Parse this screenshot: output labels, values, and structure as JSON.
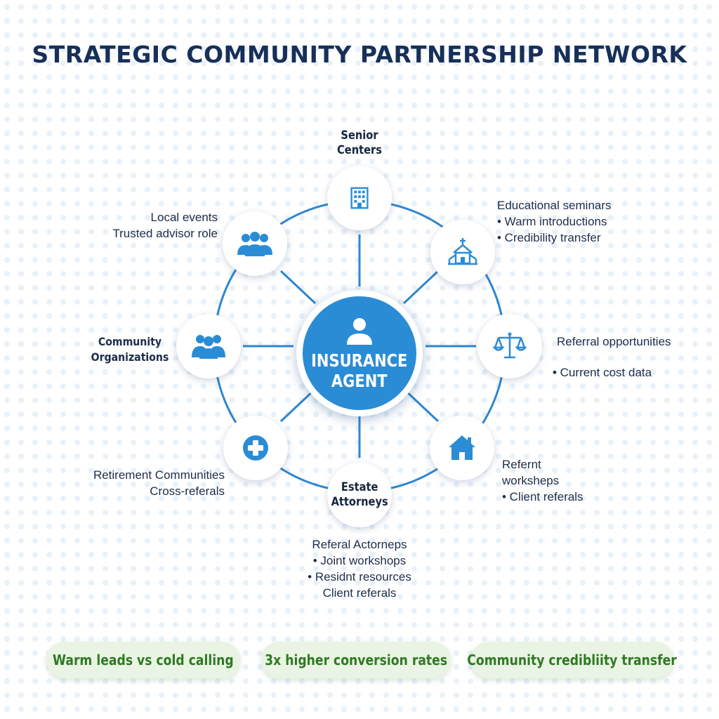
{
  "title": "STRATEGIC COMMUNITY PARTNERSHIP NETWORK",
  "colors": {
    "accent": "#2b8cd6",
    "connector": "#2e86cf",
    "title": "#17305a",
    "pill_bg": "#e9f4e4",
    "pill_text": "#2f7a22"
  },
  "hub": {
    "label": "INSURANCE\nAGENT",
    "icon": "person-icon"
  },
  "nodes": {
    "senior_centers": {
      "label": "Senior\nCenters",
      "icon": "building-icon"
    },
    "church": {
      "icon": "church-icon"
    },
    "legal": {
      "icon": "scales-icon"
    },
    "home": {
      "icon": "house-icon"
    },
    "estate_attorneys": {
      "label": "Estate\nAttorneys"
    },
    "medical": {
      "icon": "medical-cross-icon"
    },
    "community_orgs": {
      "label": "Community\nOrganizations",
      "icon": "group-icon"
    },
    "local_events": {
      "icon": "people-icon"
    }
  },
  "notes": {
    "top_right": [
      "Educational seminars",
      "• Warm introductions",
      "• Credibility transfer"
    ],
    "right": [
      "Referral opportunities"
    ],
    "right_sub": [
      "• Current cost data"
    ],
    "bottom_right": [
      "Refernt",
      "worksheps",
      "• Client referals"
    ],
    "bottom": [
      "Referal Actorneps",
      "• Joint workshops",
      "• Residnt resources",
      "Client referals"
    ],
    "bottom_left": [
      "Retirement Communities",
      "Cross-referals"
    ],
    "top_left": [
      "Local events",
      "Trusted advisor role"
    ]
  },
  "pills": [
    {
      "label": "Warm leads vs cold calling"
    },
    {
      "label": "3x higher conversion rates"
    },
    {
      "label": "Community credibliity transfer"
    }
  ]
}
